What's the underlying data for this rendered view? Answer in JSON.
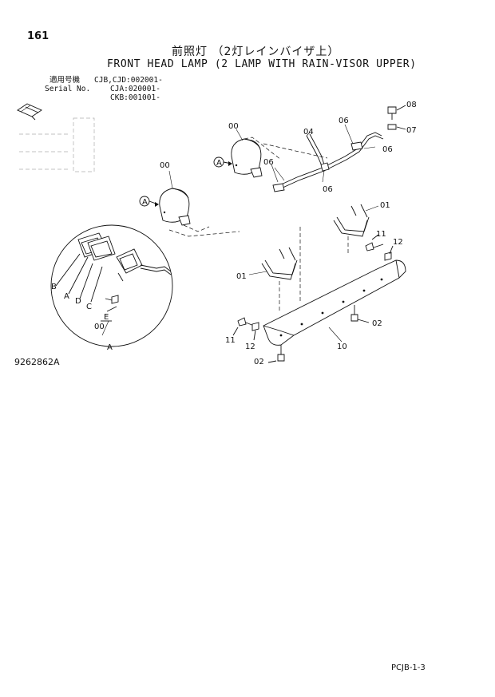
{
  "header": {
    "page_number": "161",
    "title_jp": "前照灯 （2灯レインバイザ上）",
    "title_en": "FRONT HEAD LAMP (2 LAMP WITH RAIN-VISOR UPPER)",
    "serial_label_jp": "適用号機",
    "serial_label_en": "Serial No.",
    "serial_line1": "CJB,CJD:002001-",
    "serial_line2": "CJA:020001-",
    "serial_line3": "CKB:001001-"
  },
  "callouts": {
    "c00_right": "00",
    "c00_left": "00",
    "c00_detail": "00",
    "c01_right": "01",
    "c01_left": "01",
    "c02_right": "02",
    "c02_bottom": "02",
    "c04": "04",
    "c06_top": "06",
    "c06_right": "06",
    "c06_left": "06",
    "c06_mid": "06",
    "c07": "07",
    "c08": "08",
    "c10": "10",
    "c11_right": "11",
    "c11_left": "11",
    "c12_right": "12",
    "c12_left": "12",
    "ref_A_right": "A",
    "ref_A_left": "A",
    "detail_B": "B",
    "detail_A": "A",
    "detail_D": "D",
    "detail_C": "C",
    "detail_E": "E",
    "detail_ref": "A"
  },
  "footer": {
    "drawing_number": "9262862A",
    "page_code": "PCJB-1-3"
  }
}
